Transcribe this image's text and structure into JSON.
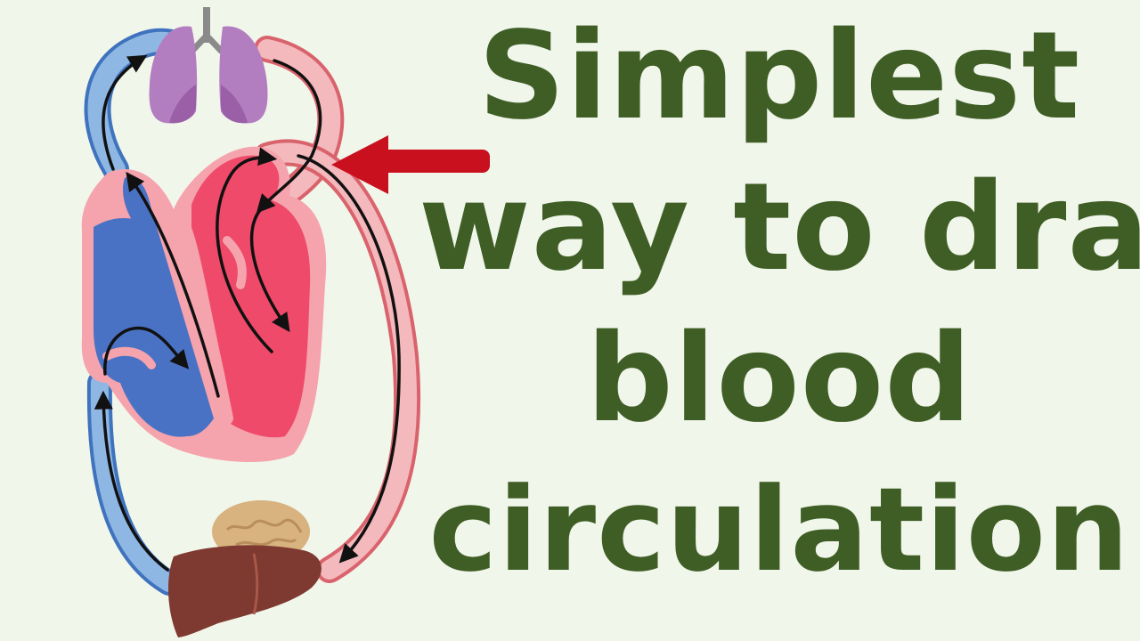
{
  "title": {
    "line1": "Simplest",
    "line2": "way to draw",
    "line3": "blood",
    "line4": "circulation"
  },
  "colors": {
    "background": "#f1f6eb",
    "title": "#3f5e25",
    "deoxygenated": "#4a72c4",
    "oxygenated": "#ef4a6a",
    "vessel_blue": "#6f9fd8",
    "vessel_red": "#e5848b",
    "lungs": "#b37ec0",
    "liver": "#7e3a30",
    "brain": "#d8b27f",
    "pointer_arrow": "#c8101e"
  },
  "icons": {
    "lungs": "lungs-icon",
    "heart": "heart-icon",
    "brain": "brain-icon",
    "liver": "liver-icon",
    "pointer": "pointer-arrow-icon"
  }
}
